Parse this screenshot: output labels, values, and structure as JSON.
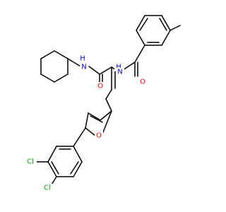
{
  "structure": {
    "atom_labels": {
      "amide_n_left_h": "H",
      "amide_n_left": "N",
      "amide_o_left": "O",
      "amide_n_right_h": "H",
      "amide_n_right": "N",
      "amide_o_right": "O",
      "furan_o": "O",
      "cl_upper": "Cl",
      "cl_lower": "Cl"
    },
    "colors": {
      "bond": "#000000",
      "nitrogen": "#0000ff",
      "oxygen": "#ff0000",
      "chlorine": "#00aa00",
      "background": "#ffffff"
    }
  }
}
